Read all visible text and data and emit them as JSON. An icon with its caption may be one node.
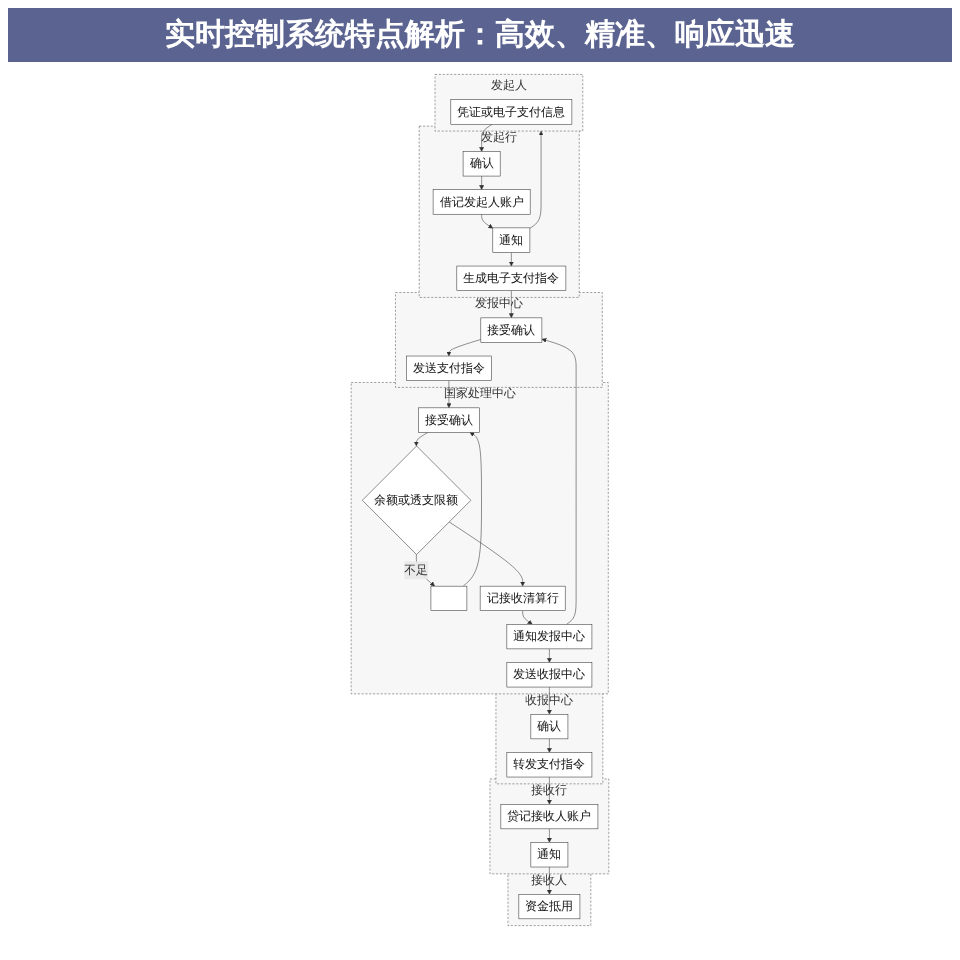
{
  "diagram": {
    "title": "实时控制系统特点解析：高效、精准、响应迅速",
    "nodes": [
      {
        "text": [
          "发起人"
        ]
      },
      {
        "text": [
          "发起行"
        ]
      },
      {
        "text": [
          "发报中心"
        ]
      },
      {
        "text": [
          "国家处理中心"
        ]
      },
      {
        "text": [
          "收报中心"
        ]
      },
      {
        "text": [
          "接收行"
        ]
      },
      {
        "text": [
          "接收人"
        ]
      },
      {
        "text": [
          "凭证或电子支付信息"
        ],
        "in": 0
      },
      {
        "text": [
          "确认"
        ],
        "in": 1
      },
      {
        "text": [
          "借记发起人账户"
        ],
        "in": 1
      },
      {
        "text": [
          "通知"
        ],
        "in": 1
      },
      {
        "text": [
          "生成电子支付指令"
        ],
        "in": 1
      },
      {
        "text": [
          "发送支付指令"
        ],
        "in": 2
      },
      {
        "text": [
          "接受确认"
        ],
        "in": 2
      },
      {
        "text": [
          "接受确认"
        ],
        "in": 3
      },
      {
        "text": [
          "余额或透支限额"
        ],
        "in": 3
      },
      {
        "text": [],
        "shape": "box",
        "in": 3
      },
      {
        "text": [
          "记接收清算行"
        ],
        "in": 3
      },
      {
        "text": [
          "通知发报中心"
        ],
        "in": 3
      },
      {
        "text": [
          "发送收报中心"
        ],
        "in": 3
      },
      {
        "text": [
          "确认"
        ],
        "in": 4
      },
      {
        "text": [
          "转发支付指令"
        ],
        "in": 4
      },
      {
        "text": [
          "贷记接收人账户"
        ],
        "in": 5
      },
      {
        "text": [
          "通知"
        ],
        "in": 5
      },
      {
        "text": [
          "资金抵用"
        ],
        "in": 6
      }
    ],
    "edges": [
      {
        "from": 7,
        "to": 8,
        "arrow": "to"
      },
      {
        "from": 8,
        "to": 9,
        "arrow": "to"
      },
      {
        "from": 9,
        "to": 10,
        "arrow": "to"
      },
      {
        "from": 10,
        "to": 0,
        "arrow": "to"
      },
      {
        "from": 10,
        "to": 11,
        "arrow": "to"
      },
      {
        "from": 11,
        "to": 13,
        "arrow": "to"
      },
      {
        "from": 13,
        "to": 12,
        "arrow": "to"
      },
      {
        "from": 12,
        "to": 14,
        "arrow": "to"
      },
      {
        "from": 14,
        "to": 15,
        "arrow": "to"
      },
      {
        "from": 15,
        "to": 16,
        "label": "不足",
        "arrow": "to"
      },
      {
        "from": 16,
        "to": 14,
        "arrow": "to"
      },
      {
        "from": 15,
        "to": 17,
        "arrow": "to"
      },
      {
        "from": 17,
        "to": 18,
        "arrow": "to"
      },
      {
        "from": 18,
        "to": 13,
        "arrow": "to"
      },
      {
        "from": 18,
        "to": 19,
        "arrow": "to"
      },
      {
        "from": 19,
        "to": 20,
        "arrow": "to"
      },
      {
        "from": 20,
        "to": 21,
        "arrow": "to"
      },
      {
        "from": 21,
        "to": 22,
        "arrow": "to"
      },
      {
        "from": 22,
        "to": 23,
        "arrow": "to"
      },
      {
        "from": 23,
        "to": 24,
        "arrow": "to"
      }
    ]
  }
}
